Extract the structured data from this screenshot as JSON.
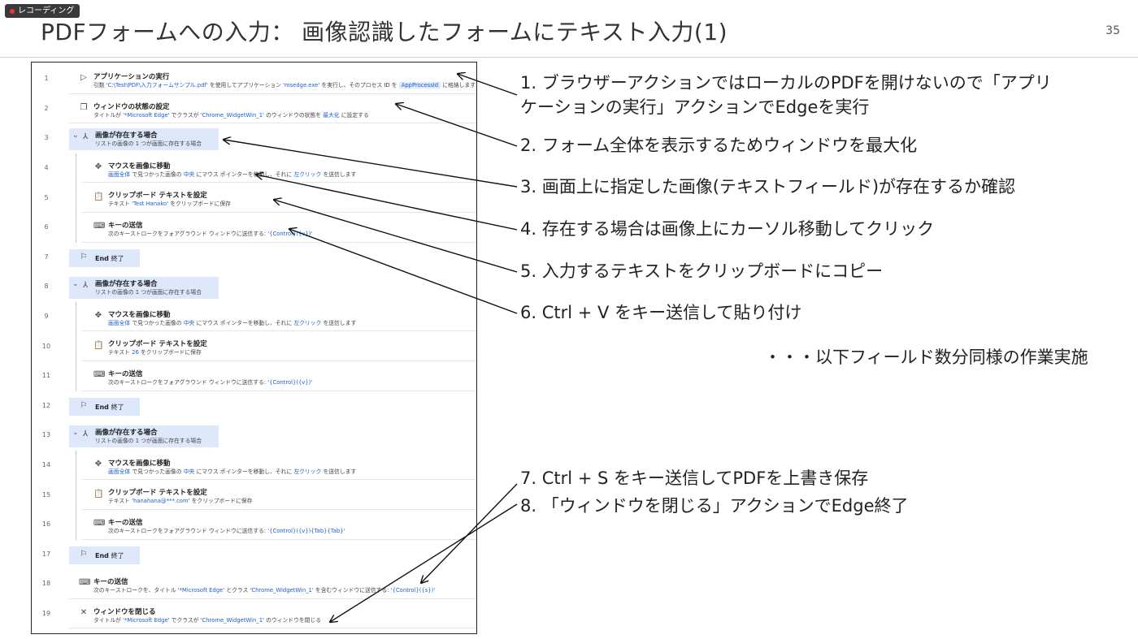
{
  "recording_label": "レコーディング",
  "slide_title": "PDFフォームへの入力： 画像認識したフォームにテキスト入力(1)",
  "page_number": "35",
  "flow": [
    {
      "no": "1",
      "kind": "action",
      "indent": 0,
      "icon": "play-icon",
      "title": "アプリケーションの実行",
      "desc": [
        {
          "t": "引数 "
        },
        {
          "t": "'C:\\Test\\PDF\\入力フォームサンプル.pdf'",
          "c": "v"
        },
        {
          "t": " を使用してアプリケーション "
        },
        {
          "t": "'msedge.exe'",
          "c": "v"
        },
        {
          "t": " を実行し、そのプロセス ID を "
        },
        {
          "t": "AppProcessId",
          "c": "chip"
        },
        {
          "t": " に格納します"
        }
      ]
    },
    {
      "no": "2",
      "kind": "action",
      "indent": 0,
      "icon": "window-state-icon",
      "title": "ウィンドウの状態の設定",
      "desc": [
        {
          "t": "タイトルが "
        },
        {
          "t": "'*Microsoft Edge'",
          "c": "v"
        },
        {
          "t": " でクラスが "
        },
        {
          "t": "'Chrome_WidgetWin_1'",
          "c": "v"
        },
        {
          "t": " のウィンドウの状態を "
        },
        {
          "t": "最大化",
          "c": "v"
        },
        {
          "t": " に設定する"
        }
      ]
    },
    {
      "no": "3",
      "kind": "if",
      "indent": 0,
      "icon": "if-branch-icon",
      "title": "画像が存在する場合",
      "desc": [
        {
          "t": "リストの画像の 1 つが画面に存在する場合"
        }
      ]
    },
    {
      "no": "4",
      "kind": "action",
      "indent": 1,
      "icon": "mouse-move-icon",
      "title": "マウスを画像に移動",
      "desc": [
        {
          "t": "画面全体",
          "c": "v"
        },
        {
          "t": " で見つかった画像の "
        },
        {
          "t": "中央",
          "c": "v"
        },
        {
          "t": " にマウス ポインターを移動し、それに "
        },
        {
          "t": "左クリック",
          "c": "v"
        },
        {
          "t": " を送信します"
        }
      ]
    },
    {
      "no": "5",
      "kind": "action",
      "indent": 1,
      "icon": "clipboard-icon",
      "title": "クリップボード テキストを設定",
      "desc": [
        {
          "t": "テキスト "
        },
        {
          "t": "'Test Hanako'",
          "c": "v"
        },
        {
          "t": " をクリップボードに保存"
        }
      ]
    },
    {
      "no": "6",
      "kind": "action",
      "indent": 1,
      "icon": "keyboard-icon",
      "title": "キーの送信",
      "desc": [
        {
          "t": "次のキーストロークをフォアグラウンド ウィンドウに送信する: "
        },
        {
          "t": "'{Control}({v})'",
          "c": "v"
        }
      ]
    },
    {
      "no": "7",
      "kind": "end",
      "indent": 0,
      "icon": "end-flag-icon",
      "title": "End",
      "title2": "終了"
    },
    {
      "no": "8",
      "kind": "if",
      "indent": 0,
      "icon": "if-branch-icon",
      "title": "画像が存在する場合",
      "desc": [
        {
          "t": "リストの画像の 1 つが画面に存在する場合"
        }
      ]
    },
    {
      "no": "9",
      "kind": "action",
      "indent": 1,
      "icon": "mouse-move-icon",
      "title": "マウスを画像に移動",
      "desc": [
        {
          "t": "画面全体",
          "c": "v"
        },
        {
          "t": " で見つかった画像の "
        },
        {
          "t": "中央",
          "c": "v"
        },
        {
          "t": " にマウス ポインターを移動し、それに "
        },
        {
          "t": "左クリック",
          "c": "v"
        },
        {
          "t": " を送信します"
        }
      ]
    },
    {
      "no": "10",
      "kind": "action",
      "indent": 1,
      "icon": "clipboard-icon",
      "title": "クリップボード テキストを設定",
      "desc": [
        {
          "t": "テキスト "
        },
        {
          "t": "26",
          "c": "v"
        },
        {
          "t": " をクリップボードに保存"
        }
      ]
    },
    {
      "no": "11",
      "kind": "action",
      "indent": 1,
      "icon": "keyboard-icon",
      "title": "キーの送信",
      "desc": [
        {
          "t": "次のキーストロークをフォアグラウンド ウィンドウに送信する: "
        },
        {
          "t": "'{Control}({v})'",
          "c": "v"
        }
      ]
    },
    {
      "no": "12",
      "kind": "end",
      "indent": 0,
      "icon": "end-flag-icon",
      "title": "End",
      "title2": "終了"
    },
    {
      "no": "13",
      "kind": "if",
      "indent": 0,
      "icon": "if-branch-icon",
      "title": "画像が存在する場合",
      "desc": [
        {
          "t": "リストの画像の 1 つが画面に存在する場合"
        }
      ]
    },
    {
      "no": "14",
      "kind": "action",
      "indent": 1,
      "icon": "mouse-move-icon",
      "title": "マウスを画像に移動",
      "desc": [
        {
          "t": "画面全体",
          "c": "v"
        },
        {
          "t": " で見つかった画像の "
        },
        {
          "t": "中央",
          "c": "v"
        },
        {
          "t": " にマウス ポインターを移動し、それに "
        },
        {
          "t": "左クリック",
          "c": "v"
        },
        {
          "t": " を送信します"
        }
      ]
    },
    {
      "no": "15",
      "kind": "action",
      "indent": 1,
      "icon": "clipboard-icon",
      "title": "クリップボード テキストを設定",
      "desc": [
        {
          "t": "テキスト "
        },
        {
          "t": "'hanahana@***.com'",
          "c": "v"
        },
        {
          "t": " をクリップボードに保存"
        }
      ]
    },
    {
      "no": "16",
      "kind": "action",
      "indent": 1,
      "icon": "keyboard-icon",
      "title": "キーの送信",
      "desc": [
        {
          "t": "次のキーストロークをフォアグラウンド ウィンドウに送信する: "
        },
        {
          "t": "'{Control}({v}){Tab}{Tab}'",
          "c": "v"
        }
      ]
    },
    {
      "no": "17",
      "kind": "end",
      "indent": 0,
      "icon": "end-flag-icon",
      "title": "End",
      "title2": "終了"
    },
    {
      "no": "18",
      "kind": "action",
      "indent": 0,
      "icon": "keyboard-icon",
      "title": "キーの送信",
      "desc": [
        {
          "t": "次のキーストロークを、タイトル "
        },
        {
          "t": "'*Microsoft Edge'",
          "c": "v"
        },
        {
          "t": " とクラス "
        },
        {
          "t": "'Chrome_WidgetWin_1'",
          "c": "v"
        },
        {
          "t": " を含むウィンドウに送信する: "
        },
        {
          "t": "'{Control}({s})'",
          "c": "v"
        }
      ]
    },
    {
      "no": "19",
      "kind": "action",
      "indent": 0,
      "icon": "close-window-icon",
      "title": "ウィンドウを閉じる",
      "desc": [
        {
          "t": "タイトルが "
        },
        {
          "t": "'*Microsoft Edge'",
          "c": "v"
        },
        {
          "t": " でクラスが "
        },
        {
          "t": "'Chrome_WidgetWin_1'",
          "c": "v"
        },
        {
          "t": " のウィンドウを閉じる"
        }
      ]
    }
  ],
  "annotations": [
    "1. ブラウザーアクションではローカルのPDFを開けないので「アプリ",
    "ケーションの実行」アクションでEdgeを実行",
    "2. フォーム全体を表示するためウィンドウを最大化",
    "3. 画面上に指定した画像(テキストフィールド)が存在するか確認",
    "4. 存在する場合は画像上にカーソル移動してクリック",
    "5. 入力するテキストをクリップボードにコピー",
    "6. Ctrl + V をキー送信して貼り付け",
    "・・・以下フィールド数分同様の作業実施",
    "7. Ctrl + S をキー送信してPDFを上書き保存",
    "8. 「ウィンドウを閉じる」アクションでEdge終了"
  ]
}
